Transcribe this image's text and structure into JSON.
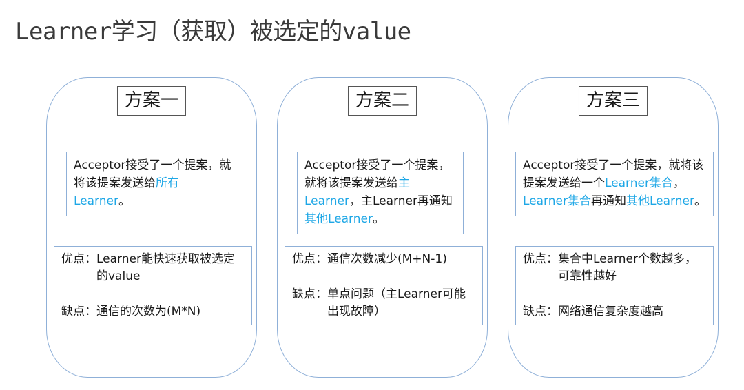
{
  "title": "Learner学习（获取）被选定的value",
  "schemes": [
    {
      "name": "方案一",
      "desc": [
        {
          "t": "Acceptor接受了一个提案，就将该提案发送给"
        },
        {
          "t": "所有Learner",
          "hl": true
        },
        {
          "t": "。"
        }
      ],
      "pros_label": "优点：",
      "pros": "Learner能快速获取被选定的value",
      "cons_label": "缺点：",
      "cons": "通信的次数为(M*N)"
    },
    {
      "name": "方案二",
      "desc": [
        {
          "t": "Acceptor接受了一个提案，就将该提案发送给"
        },
        {
          "t": "主Learner",
          "hl": true
        },
        {
          "t": "，主Learner再通知"
        },
        {
          "t": "其他Learner",
          "hl": true
        },
        {
          "t": "。"
        }
      ],
      "pros_label": "优点：",
      "pros": "通信次数减少(M+N-1)",
      "cons_label": "缺点：",
      "cons": "单点问题（主Learner可能出现故障）"
    },
    {
      "name": "方案三",
      "desc": [
        {
          "t": "Acceptor接受了一个提案，就将该提案发送给一个"
        },
        {
          "t": "Learner集合",
          "hl": true
        },
        {
          "t": "，"
        },
        {
          "t": "Learner集合",
          "hl": true
        },
        {
          "t": "再通知"
        },
        {
          "t": "其他Learner",
          "hl": true
        },
        {
          "t": "。"
        }
      ],
      "pros_label": "优点：",
      "pros": "集合中Learner个数越多，可靠性越好",
      "cons_label": "缺点：",
      "cons": "网络通信复杂度越高"
    }
  ],
  "colors": {
    "highlight": "#1ea7e6",
    "border": "#8fb0d8"
  }
}
